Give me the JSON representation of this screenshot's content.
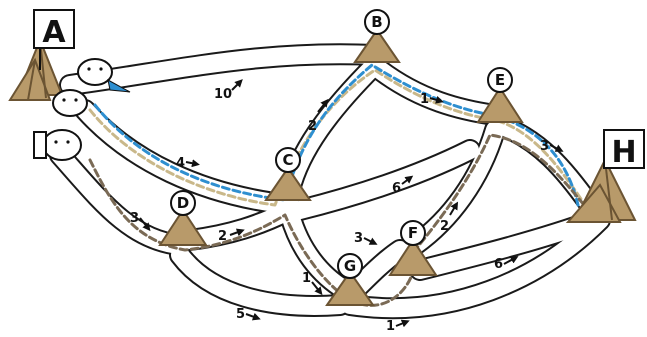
{
  "colors": {
    "blue_route": "#2e8fd0",
    "tan_route": "#c9b88a",
    "brown_route": "#7a6a55",
    "wood": "#b89a6a",
    "wood_dark": "#6b5433"
  },
  "nodes": {
    "A": "A",
    "B": "B",
    "C": "C",
    "D": "D",
    "E": "E",
    "F": "F",
    "G": "G",
    "H": "H"
  },
  "edges": {
    "A_B": "10",
    "A_C": "4",
    "A_D": "3",
    "B_C": "2",
    "B_E": "1",
    "E_H": "3",
    "C_D": "2",
    "C_F": "6",
    "C_G": "1",
    "D_G": "5",
    "G_F": "3",
    "F_E": "2",
    "G_H": "1",
    "F_H": "6"
  }
}
